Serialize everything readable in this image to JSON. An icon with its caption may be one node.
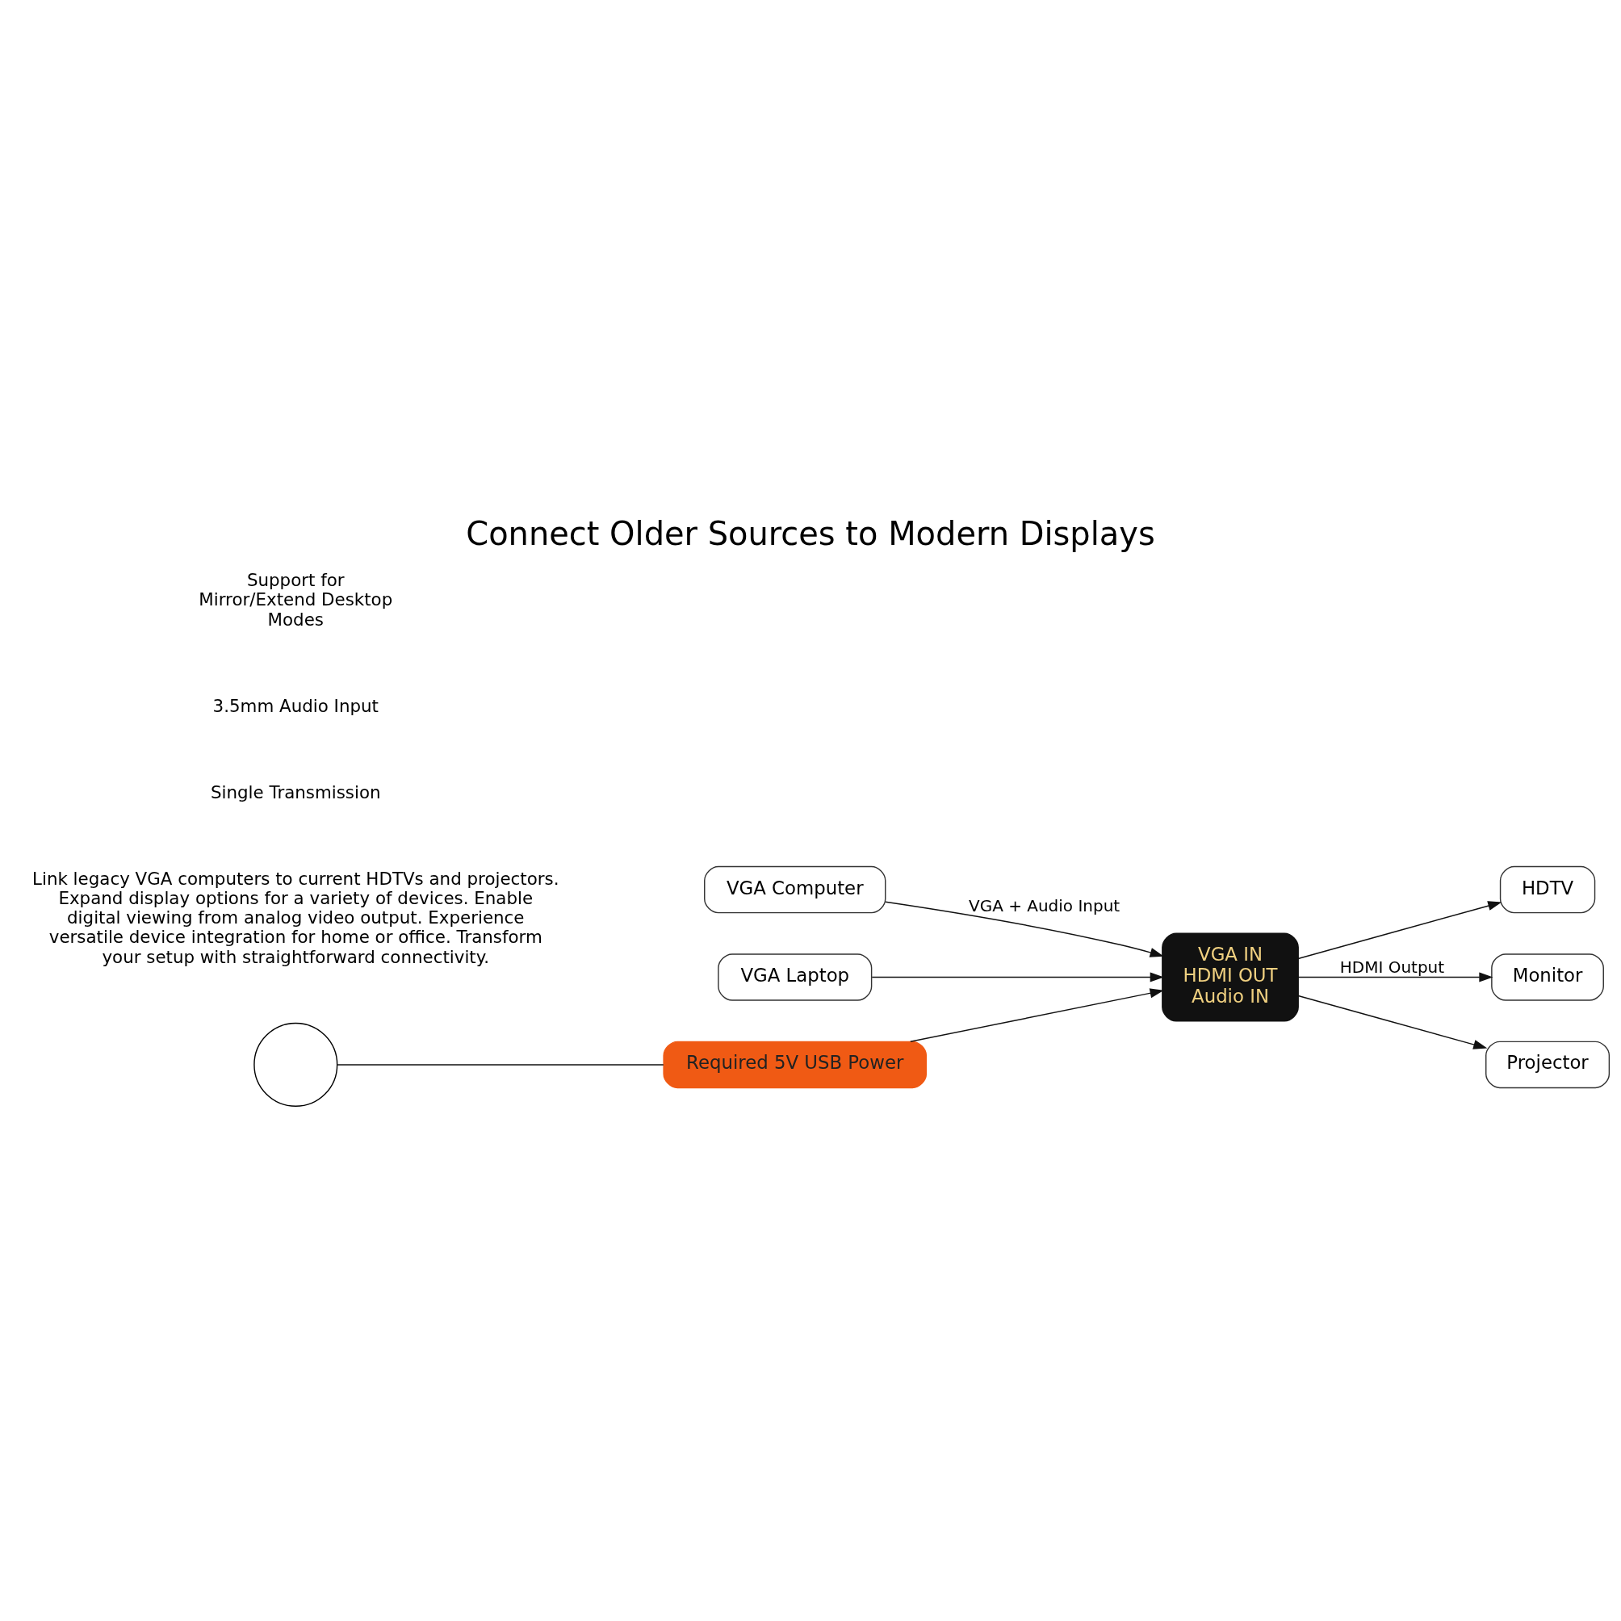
{
  "diagram": {
    "title": "Connect Older Sources to Modern Displays",
    "nodes": [
      {
        "text": [
          "VGA Computer"
        ]
      },
      {
        "text": [
          "VGA Laptop"
        ]
      },
      {
        "text": [
          "VGA IN",
          "HDMI OUT",
          "Audio IN"
        ]
      },
      {
        "text": [
          "HDTV"
        ]
      },
      {
        "text": [
          "Monitor"
        ]
      },
      {
        "text": [
          "Projector"
        ]
      },
      {
        "text": [],
        "shape": "circle"
      },
      {
        "text": [
          "Required 5V USB Power"
        ]
      }
    ],
    "edges": [
      {
        "from": 0,
        "to": 2,
        "arrow": "to",
        "label": "VGA + Audio Input"
      },
      {
        "from": 1,
        "to": 2,
        "arrow": "to"
      },
      {
        "from": 2,
        "to": 3,
        "arrow": "to"
      },
      {
        "from": 2,
        "to": 4,
        "arrow": "to",
        "label": "HDMI Output"
      },
      {
        "from": 2,
        "to": 5,
        "arrow": "to"
      },
      {
        "from": 6,
        "to": 7,
        "arrow": "none"
      },
      {
        "from": 7,
        "to": 2,
        "arrow": "to"
      }
    ],
    "labels": [
      "Link legacy VGA computers to current HDTVs and projectors. Expand display options for a variety of devices. Enable digital viewing from analog video output. Experience versatile device integration for home or office. Transform your setup with straightforward connectivity.",
      "Single Transmission",
      "3.5mm Audio Input",
      "Support for Mirror/Extend Desktop Modes"
    ]
  }
}
